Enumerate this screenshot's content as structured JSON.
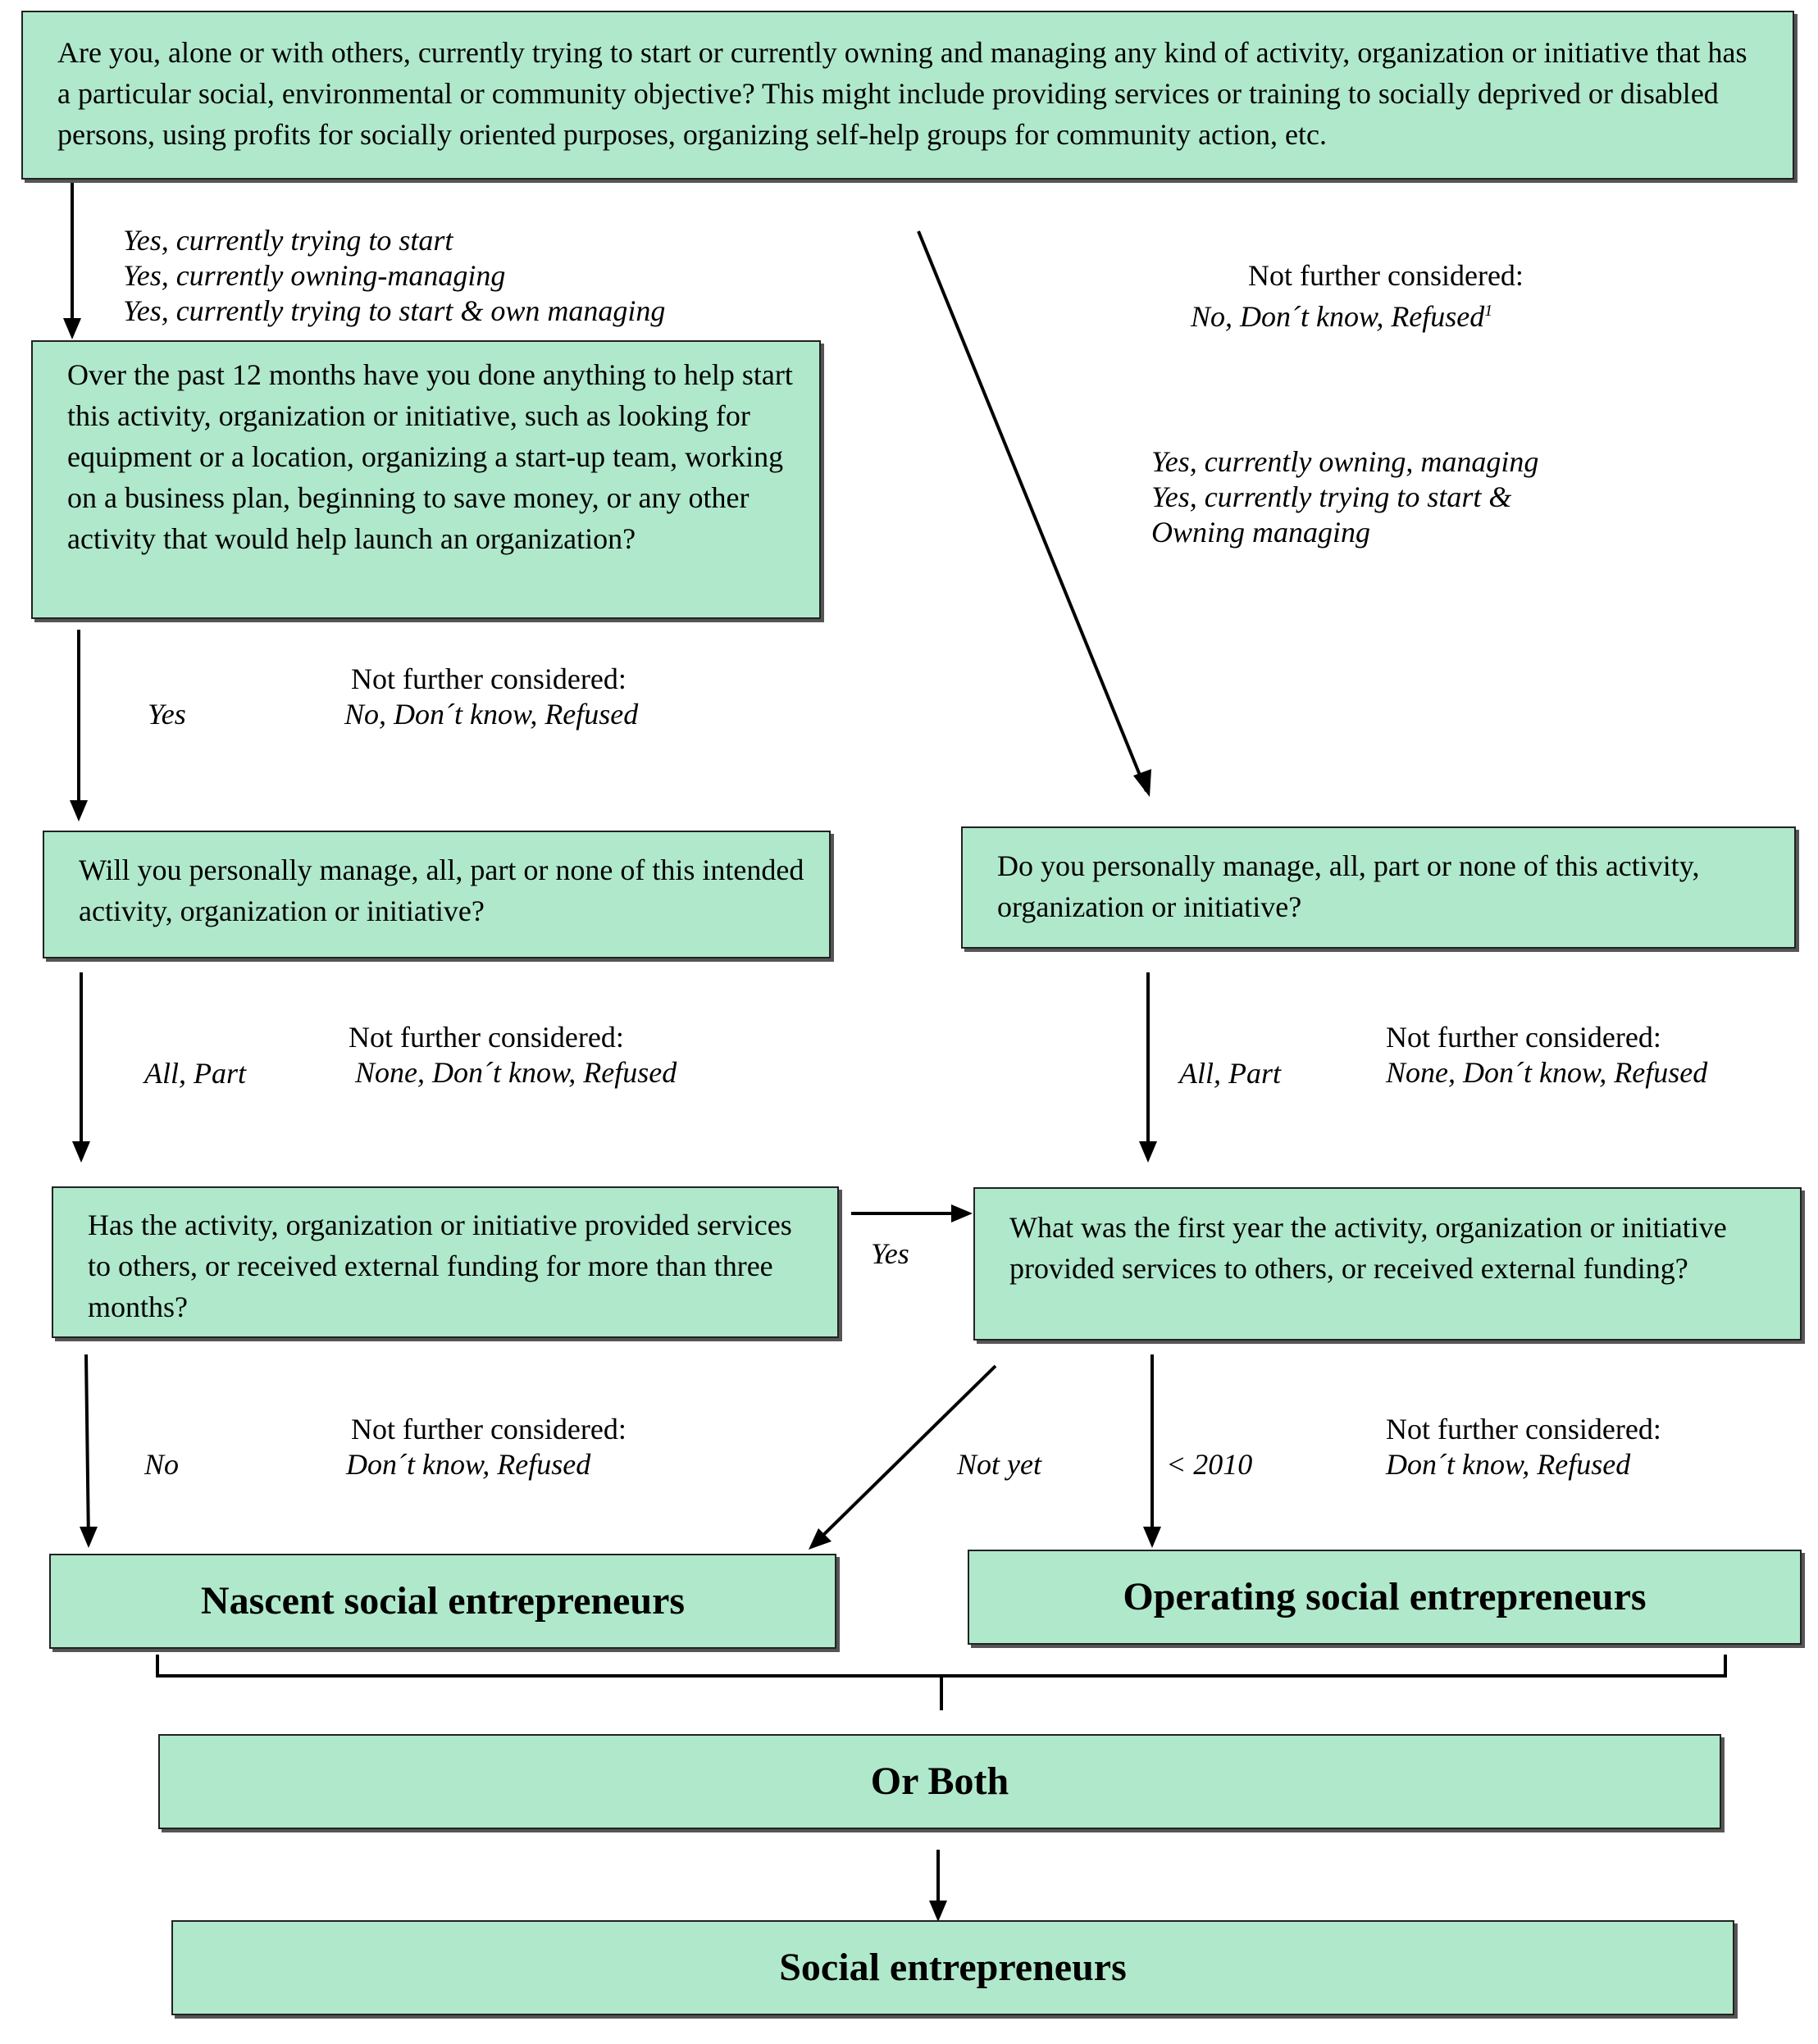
{
  "boxes": {
    "q1": "Are you, alone or with others, currently trying to start or currently owning and managing any kind of activity, organization or initiative that has a particular social, environmental or community objective? This might include providing services or training to socially deprived or disabled persons, using profits for socially oriented purposes, organizing self-help groups for community action, etc.",
    "q2": "Over the past 12 months have you done anything to help start this activity, organization or initiative, such as looking for equipment or a location, organizing a start-up team, working on a business plan, beginning to save money, or any other activity that would help launch an organization?",
    "q3_left": "Will you personally manage, all, part or none of this intended activity, organization or initiative?",
    "q3_right": "Do you personally manage, all, part or none of this activity, organization or initiative?",
    "q4_left": "Has the activity, organization or initiative provided services to others, or received external funding for more than three months?",
    "q4_right": "What was the first year the activity, organization or initiative provided services to others, or received external funding?",
    "nascent": "Nascent social entrepreneurs",
    "operating": "Operating social entrepreneurs",
    "or_both": "Or Both",
    "social": "Social entrepreneurs"
  },
  "labels": {
    "q1_yes": [
      "Yes, currently trying to start",
      "Yes, currently owning-managing",
      "Yes, currently trying to start & own managing"
    ],
    "q1_not_header": "Not further considered:",
    "q1_not_values": "No, Don´t know, Refused",
    "q1_not_superscript": "1",
    "q1_right_yes": [
      "Yes, currently owning, managing",
      "Yes, currently trying to start &",
      "Owning managing"
    ],
    "q2_yes": "Yes",
    "q2_not_header": "Not further considered:",
    "q2_not_values": "No, Don´t know, Refused",
    "q3l_all_part": "All, Part",
    "q3l_not_header": "Not further considered:",
    "q3l_not_values": "None, Don´t know, Refused",
    "q3r_all_part": "All, Part",
    "q3r_not_header": "Not further considered:",
    "q3r_not_values": "None, Don´t know, Refused",
    "q4_yes": "Yes",
    "q4l_no": "No",
    "q4l_not_header": "Not further considered:",
    "q4l_not_values": "Don´t know, Refused",
    "q4r_not_yet": "Not yet",
    "q4r_lt2010": "< 2010",
    "q4r_not_header": "Not further considered:",
    "q4r_not_values": "Don´t know, Refused"
  }
}
